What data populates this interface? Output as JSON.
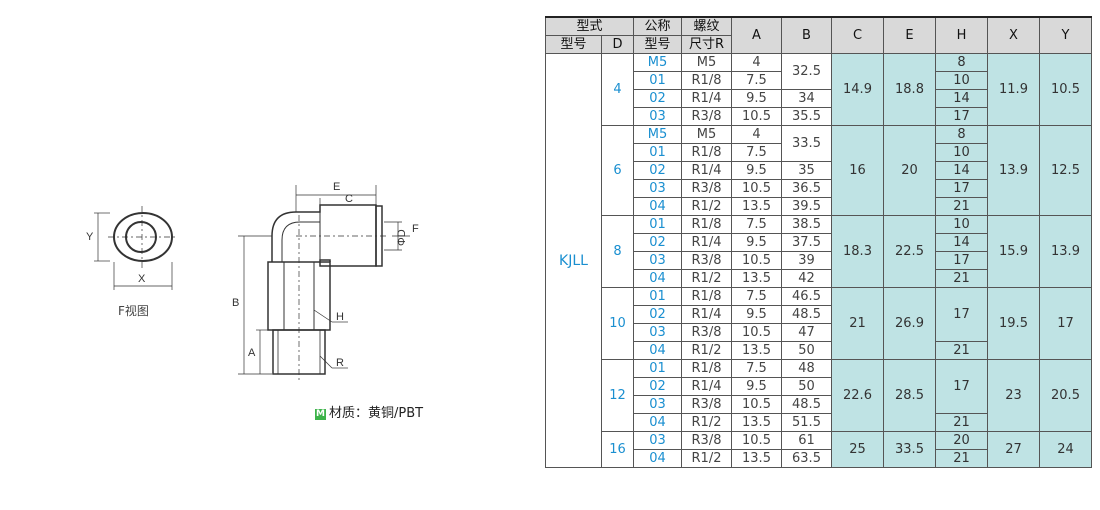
{
  "drawing": {
    "fview_label": "F视图",
    "material_badge": "M",
    "material_text": "材质：黄铜/PBT",
    "dim_labels": {
      "Y": "Y",
      "X": "X",
      "E": "E",
      "C": "C",
      "F": "F",
      "D": "ΦD",
      "B": "B",
      "A": "A",
      "H": "H",
      "R": "R"
    }
  },
  "table": {
    "header": {
      "model": "型式",
      "nominal": "公称",
      "thread": "螺纹",
      "model_no": "型号",
      "d": "D",
      "nominal_no": "型号",
      "thread_r": "尺寸R",
      "cols": [
        "A",
        "B",
        "C",
        "E",
        "H",
        "X",
        "Y"
      ]
    },
    "series": "KJLL",
    "groups": [
      {
        "d": "4",
        "c": "14.9",
        "e": "18.8",
        "x": "11.9",
        "y": "10.5",
        "rows": [
          {
            "code": "M5",
            "r": "M5",
            "a": "4",
            "b": "32.5",
            "h": "8"
          },
          {
            "code": "01",
            "r": "R1/8",
            "a": "7.5",
            "b": "",
            "h": "10"
          },
          {
            "code": "02",
            "r": "R1/4",
            "a": "9.5",
            "b": "34",
            "h": "14"
          },
          {
            "code": "03",
            "r": "R3/8",
            "a": "10.5",
            "b": "35.5",
            "h": "17"
          }
        ]
      },
      {
        "d": "6",
        "c": "16",
        "e": "20",
        "x": "13.9",
        "y": "12.5",
        "rows": [
          {
            "code": "M5",
            "r": "M5",
            "a": "4",
            "b": "33.5",
            "h": "8"
          },
          {
            "code": "01",
            "r": "R1/8",
            "a": "7.5",
            "b": "",
            "h": "10"
          },
          {
            "code": "02",
            "r": "R1/4",
            "a": "9.5",
            "b": "35",
            "h": "14"
          },
          {
            "code": "03",
            "r": "R3/8",
            "a": "10.5",
            "b": "36.5",
            "h": "17"
          },
          {
            "code": "04",
            "r": "R1/2",
            "a": "13.5",
            "b": "39.5",
            "h": "21"
          }
        ]
      },
      {
        "d": "8",
        "c": "18.3",
        "e": "22.5",
        "x": "15.9",
        "y": "13.9",
        "rows": [
          {
            "code": "01",
            "r": "R1/8",
            "a": "7.5",
            "b": "38.5",
            "h": "10"
          },
          {
            "code": "02",
            "r": "R1/4",
            "a": "9.5",
            "b": "37.5",
            "h": "14"
          },
          {
            "code": "03",
            "r": "R3/8",
            "a": "10.5",
            "b": "39",
            "h": "17"
          },
          {
            "code": "04",
            "r": "R1/2",
            "a": "13.5",
            "b": "42",
            "h": "21"
          }
        ]
      },
      {
        "d": "10",
        "c": "21",
        "e": "26.9",
        "x": "19.5",
        "y": "17",
        "h_merged": "17",
        "rows": [
          {
            "code": "01",
            "r": "R1/8",
            "a": "7.5",
            "b": "46.5"
          },
          {
            "code": "02",
            "r": "R1/4",
            "a": "9.5",
            "b": "48.5"
          },
          {
            "code": "03",
            "r": "R3/8",
            "a": "10.5",
            "b": "47"
          },
          {
            "code": "04",
            "r": "R1/2",
            "a": "13.5",
            "b": "50",
            "h": "21"
          }
        ]
      },
      {
        "d": "12",
        "c": "22.6",
        "e": "28.5",
        "x": "23",
        "y": "20.5",
        "h_merged": "17",
        "rows": [
          {
            "code": "01",
            "r": "R1/8",
            "a": "7.5",
            "b": "48"
          },
          {
            "code": "02",
            "r": "R1/4",
            "a": "9.5",
            "b": "50"
          },
          {
            "code": "03",
            "r": "R3/8",
            "a": "10.5",
            "b": "48.5"
          },
          {
            "code": "04",
            "r": "R1/2",
            "a": "13.5",
            "b": "51.5",
            "h": "21"
          }
        ]
      },
      {
        "d": "16",
        "c": "25",
        "e": "33.5",
        "x": "27",
        "y": "24",
        "rows": [
          {
            "code": "03",
            "r": "R3/8",
            "a": "10.5",
            "b": "61",
            "h": "20"
          },
          {
            "code": "04",
            "r": "R1/2",
            "a": "13.5",
            "b": "63.5",
            "h": "21"
          }
        ]
      }
    ]
  }
}
